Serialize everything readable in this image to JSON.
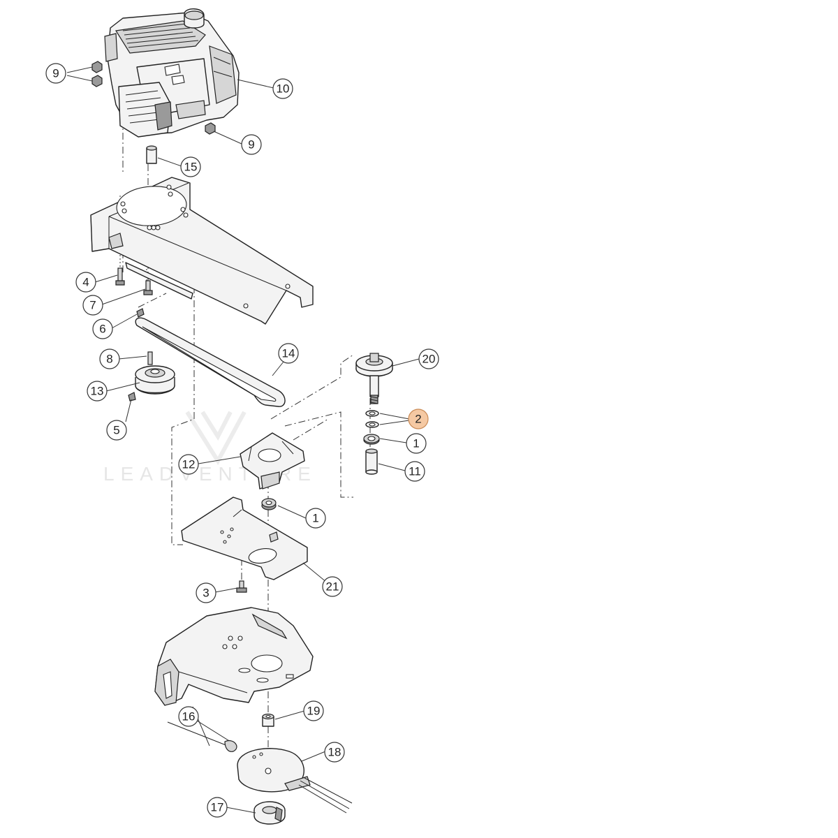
{
  "watermark": {
    "text": "LEADVENTURE"
  },
  "highlight_color": "#f5c9a3",
  "callouts": [
    {
      "id": "c9a",
      "label": "9",
      "highlighted": false
    },
    {
      "id": "c10",
      "label": "10",
      "highlighted": false
    },
    {
      "id": "c9b",
      "label": "9",
      "highlighted": false
    },
    {
      "id": "c15",
      "label": "15",
      "highlighted": false
    },
    {
      "id": "c4",
      "label": "4",
      "highlighted": false
    },
    {
      "id": "c7",
      "label": "7",
      "highlighted": false
    },
    {
      "id": "c6",
      "label": "6",
      "highlighted": false
    },
    {
      "id": "c8",
      "label": "8",
      "highlighted": false
    },
    {
      "id": "c14",
      "label": "14",
      "highlighted": false
    },
    {
      "id": "c20",
      "label": "20",
      "highlighted": false
    },
    {
      "id": "c13",
      "label": "13",
      "highlighted": false
    },
    {
      "id": "c2",
      "label": "2",
      "highlighted": true
    },
    {
      "id": "c5",
      "label": "5",
      "highlighted": false
    },
    {
      "id": "c1a",
      "label": "1",
      "highlighted": false
    },
    {
      "id": "c12",
      "label": "12",
      "highlighted": false
    },
    {
      "id": "c11",
      "label": "11",
      "highlighted": false
    },
    {
      "id": "c1b",
      "label": "1",
      "highlighted": false
    },
    {
      "id": "c21",
      "label": "21",
      "highlighted": false
    },
    {
      "id": "c3",
      "label": "3",
      "highlighted": false
    },
    {
      "id": "c19",
      "label": "19",
      "highlighted": false
    },
    {
      "id": "c18",
      "label": "18",
      "highlighted": false
    },
    {
      "id": "c16",
      "label": "16",
      "highlighted": false
    },
    {
      "id": "c17",
      "label": "17",
      "highlighted": false
    }
  ]
}
